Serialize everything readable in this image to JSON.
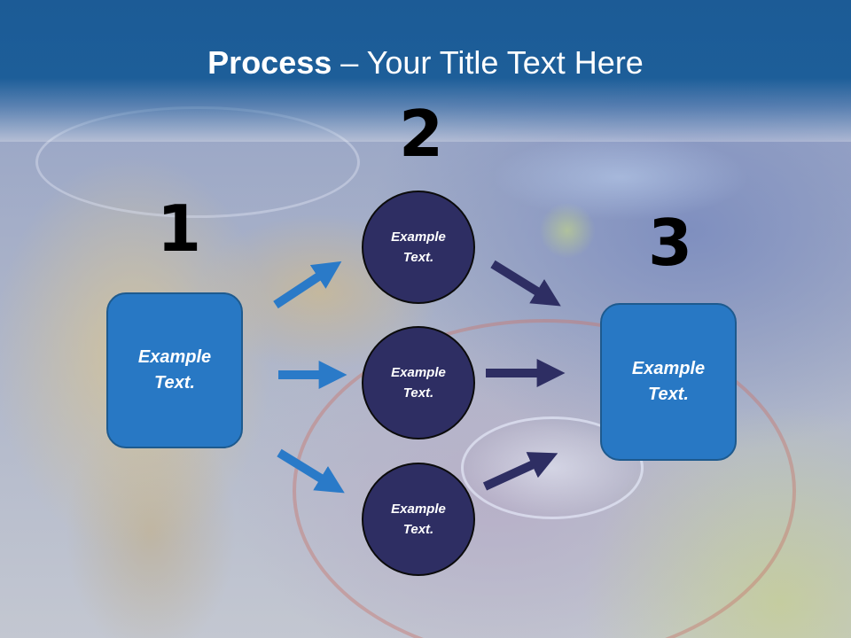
{
  "title": {
    "bold": "Process",
    "rest": " – Your Title Text Here"
  },
  "steps": [
    {
      "number": "1",
      "text_line1": "Example",
      "text_line2": "Text."
    },
    {
      "number": "2"
    },
    {
      "number": "3",
      "text_line1": "Example",
      "text_line2": "Text."
    }
  ],
  "circles": [
    {
      "text_line1": "Example",
      "text_line2": "Text."
    },
    {
      "text_line1": "Example",
      "text_line2": "Text."
    },
    {
      "text_line1": "Example",
      "text_line2": "Text."
    }
  ],
  "colors": {
    "header": "#1d5e99",
    "box_fill": "#2878c4",
    "circle_fill": "#2e2e63",
    "left_arrows": "#2a7ac8",
    "right_arrows": "#2e2e63"
  }
}
